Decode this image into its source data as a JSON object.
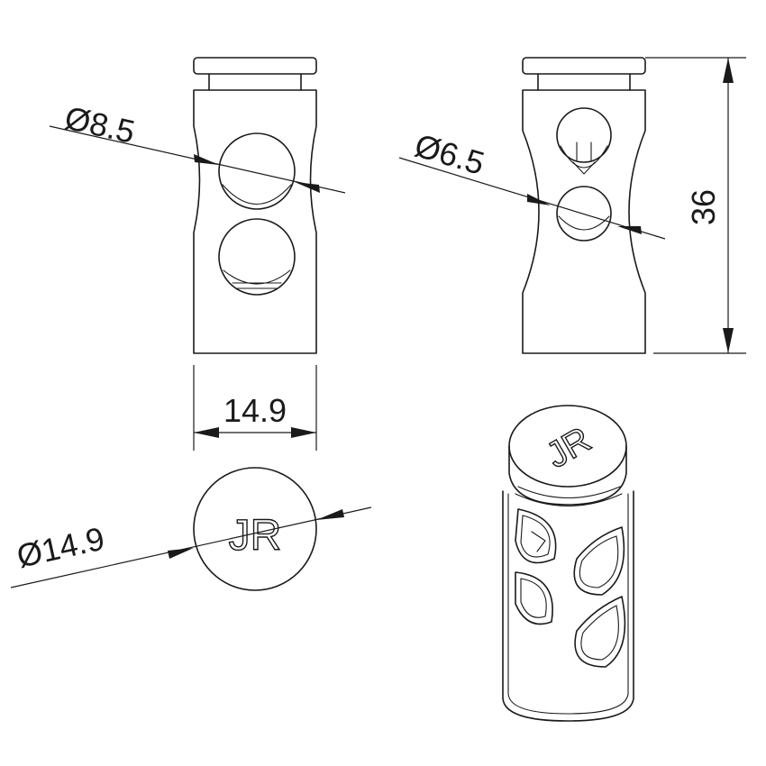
{
  "dimensions": {
    "hole_large": "Ø8.5",
    "hole_small": "Ø6.5",
    "width": "14.9",
    "height": "36",
    "top_diameter": "Ø14.9"
  },
  "logo": {
    "top_view": "JR",
    "iso_view": "JR"
  }
}
